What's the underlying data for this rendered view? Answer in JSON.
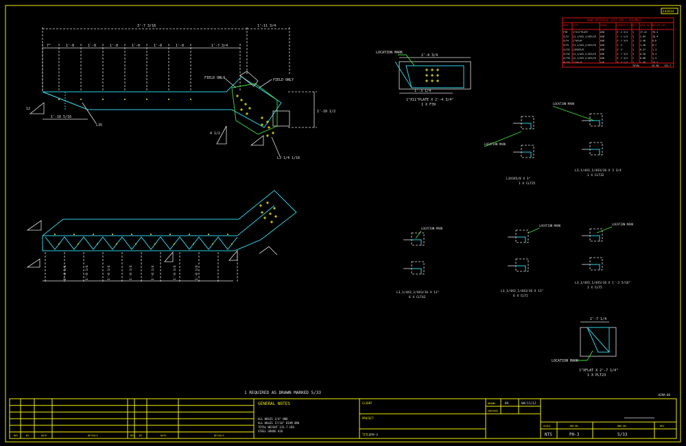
{
  "sheet_tag": "E42014",
  "status_note": "1 REQUIRED AS DRAWN MARKED 5/33",
  "corner_note": "KIMA-00",
  "material_list": {
    "title": "SHOP MATERIAL LIST FOR 1 ASSEMBLY",
    "headers": [
      "MARK",
      "SIZE",
      "GRADE",
      "LENGTH FT IN",
      "PCS",
      "AREA SQ FT",
      "WEIGHT LBS"
    ],
    "rows": [
      [
        "F39",
        "1\"X11\"PLATE",
        "A36",
        "2'-4 3/4",
        "1",
        "17.41",
        "76.4"
      ],
      [
        "CLT2",
        "L3_1/4X3_1/4X5/16",
        "A36",
        "1'-1 1/4",
        "1",
        "2.04",
        "10.4"
      ],
      [
        "CLT4",
        "1\"XFLAT",
        "A36",
        "2'-7 3/4",
        "1",
        "2.40",
        "8.6"
      ],
      [
        "CLT5",
        "L3_1/4X3_1/4X3/16",
        "A36",
        "1'-3",
        "1",
        "1.36",
        "6.7"
      ],
      [
        "CLT31",
        "L3X3X5/8",
        "A36",
        "1'-3",
        "1",
        "0.37",
        "1.3"
      ],
      [
        "CLT32",
        "L3_1/4X3_1/4X3/16",
        "A36",
        "1'-7 3/4",
        "1",
        "0.36",
        "3.4"
      ],
      [
        "CLT33",
        "L3_1/4X3_1/4X3/16",
        "A36",
        "1'-7 3/4",
        "1",
        "0.06",
        "1.5"
      ],
      [
        "PLT23",
        "1\"XFLAT",
        "A36",
        "2'-7 1/4",
        "1",
        "1.38",
        "23.4"
      ]
    ],
    "total_label": "TOTAL",
    "total_area": "25.50",
    "total_weight": "131.7"
  },
  "dims": {
    "overall_top": "3'-7 3/16",
    "right_top": "1'-11 3/4",
    "bays_top": [
      "7\"",
      "1'-0",
      "1'-0",
      "1'-0",
      "1'-0",
      "1'-0",
      "1'-0",
      "1'-7 3/4"
    ],
    "side_height": "1'-10 1/2",
    "left_run": "1'-10 5/16",
    "bottom_tag": "L35",
    "bottom_tag_2": "L3 1/4 1/16",
    "field_only_1": "FIELD ONLY",
    "field_only_2": "FIELD ONLY",
    "bays_bottom": [
      "1'-0 1/4",
      "1'-0 1/4",
      "1'-0 1/4",
      "1'-0 1/4",
      "1'-0 1/4",
      "1'-0 1/4",
      "1'-0 1/4"
    ],
    "bevel_12": "12",
    "bevel_4": "4 1/2"
  },
  "details": {
    "plate": {
      "mark": "LOCATION MARK",
      "caption_1": "1\"X11\"PLATE X 2'-4 3/4\"",
      "caption_2": "1 X F39",
      "width": "2'-4 3/4",
      "short": "1'-3 1/4"
    },
    "clt25": {
      "mark": "LOCATION MARK",
      "caption_1": "L3X3X5/8 X 3\"",
      "caption_2": "1 X CLT25"
    },
    "clt32": {
      "mark": "LOCATION MARK",
      "caption_1": "L3_1/4X3_1/4X3/16 X 3 3/4",
      "caption_2": "1 X CLT32"
    },
    "clt42": {
      "mark": "LOCATION MARK",
      "caption_1": "L3_1/4X3_1/4X3/16 X 11\"",
      "caption_2": "6 X CLT42"
    },
    "clt2": {
      "mark": "LOCATION MARK",
      "caption_1": "L3_1/4X3_1/4X3/16 X 11\"",
      "caption_2": "6 X CLT2"
    },
    "clt5": {
      "mark": "LOCATION MARK",
      "caption_1": "L3_1/4X3_1/4X5/16 X 1'-3 5/16\"",
      "caption_2": "1 X CLT5"
    },
    "plt23": {
      "mark": "LOCATION MARK",
      "caption_1": "1\"XFLAT X 2'-7 1/4\"",
      "caption_2": "1 X PLT23",
      "width": "2'-7 1/4"
    }
  },
  "title_block": {
    "general_notes_title": "GENERAL NOTES",
    "notes": [
      "ALL HOLES 1/4\" UNO",
      "ALL HOLES 17/16\" DIAM UNO",
      "TOTAL WEIGHT 131.7 LBS",
      "STEEL GRADE A36"
    ],
    "rev_headers": [
      "REV",
      "BY",
      "DATE",
      "DETAILS",
      "REV",
      "BY",
      "DATE",
      "DETAILS"
    ],
    "client_label": "CLIENT",
    "project_label": "PROJECT",
    "title_label": "TITLE",
    "title_value": "PH-3",
    "drawn_label": "DRAWN",
    "drawn_by": "BA",
    "drawn_date": "08/11/12",
    "checked_label": "CHECKED",
    "scale_label": "SCALE",
    "scale_value": "NTS",
    "job_label": "JOB NO",
    "job_value": "PH-3",
    "dwg_label": "DWG NO",
    "dwg_value": "5/33",
    "rev_label": "REV"
  }
}
